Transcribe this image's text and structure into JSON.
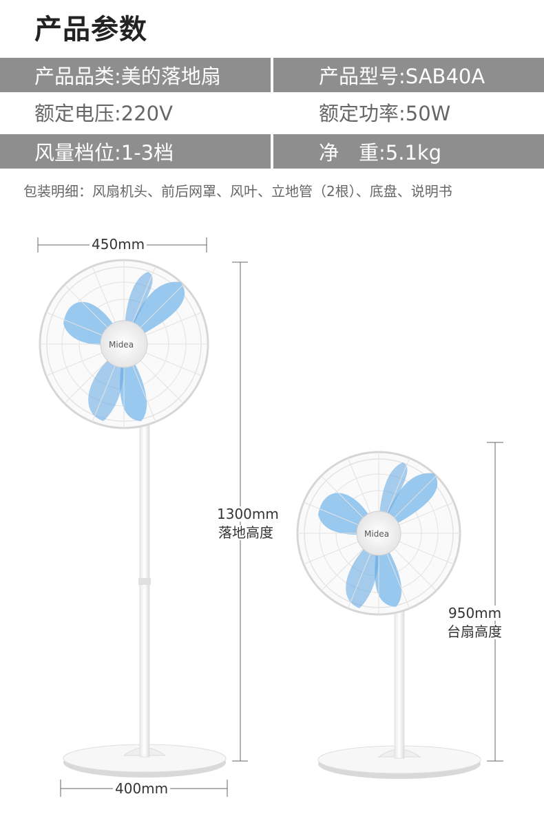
{
  "header": {
    "title": "产品参数"
  },
  "specs": {
    "category": "产品品类:美的落地扇",
    "model": "产品型号:SAB40A",
    "voltage": "额定电压:220V",
    "power": "额定功率:50W",
    "speeds": "风量档位:1-3档",
    "weight": "净　重:5.1kg"
  },
  "package": "包装明细：风扇机头、前后网罩、风叶、立地管（2根）、底盘、说明书",
  "dimensions": {
    "head_width": "450mm",
    "base_width": "400mm",
    "floor_height_value": "1300mm",
    "floor_height_label": "落地高度",
    "table_height_value": "950mm",
    "table_height_label": "台扇高度"
  },
  "brand": "Midea",
  "colors": {
    "header_bar": "#8e8e8e",
    "blade_blue": "#6fb3e8",
    "text_gray": "#666666"
  }
}
